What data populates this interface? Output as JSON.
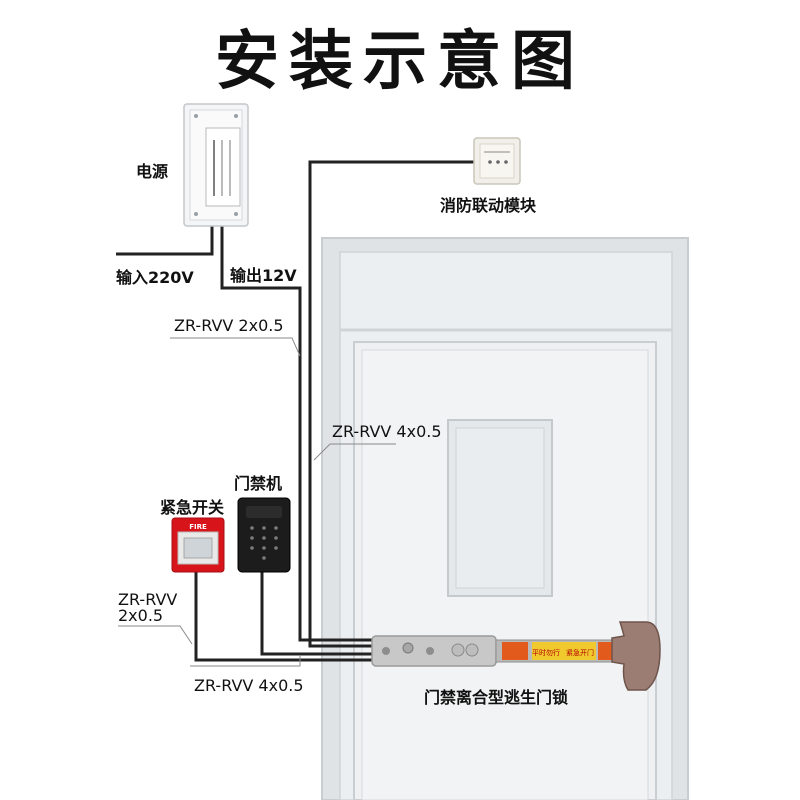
{
  "title": "安装示意图",
  "labels": {
    "power": "电源",
    "input": "输入220V",
    "output": "输出12V",
    "fire_module": "消防联动模块",
    "access_control": "门禁机",
    "emergency_switch": "紧急开关",
    "lock": "门禁离合型逃生门锁"
  },
  "cables": {
    "top": "ZR-RVV 2x0.5",
    "middle": "ZR-RVV 4x0.5",
    "left_line1": "ZR-RVV",
    "left_line2": "2x0.5",
    "bottom": "ZR-RVV 4x0.5"
  },
  "device_text": {
    "fire_plate": "FIRE",
    "lock_warning_1": "平时勿行",
    "lock_warning_2": "紧急开门"
  },
  "colors": {
    "wire": "#222222",
    "leader": "#888888",
    "door": "#e9ecee",
    "fire_red": "#d8141b",
    "lock_bar": "#b9b9b9",
    "lock_handle": "#9c7d73"
  }
}
